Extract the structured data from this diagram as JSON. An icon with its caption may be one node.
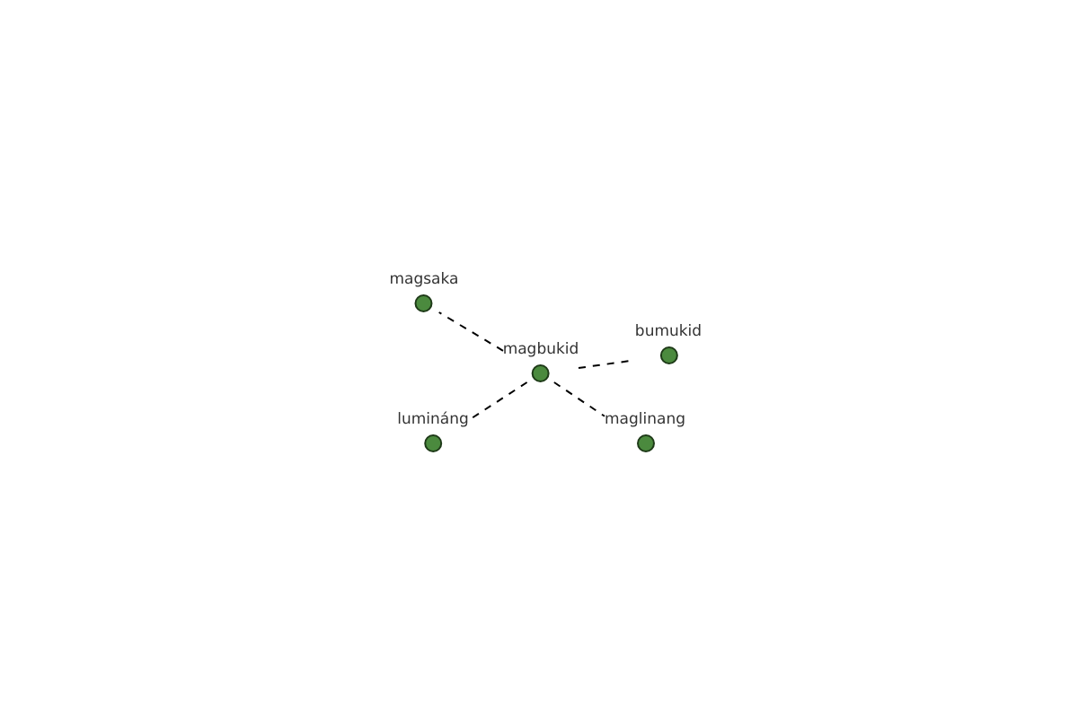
{
  "diagram": {
    "nodes": [
      {
        "text": [
          "magsaka"
        ]
      },
      {
        "text": [
          "bumukid"
        ]
      },
      {
        "text": [
          "magbukid"
        ]
      },
      {
        "text": [
          "lumináng"
        ]
      },
      {
        "text": [
          "maglinang"
        ]
      }
    ],
    "edges": [
      {
        "from": 2,
        "to": 0,
        "arrow": "none",
        "style": "dashed"
      },
      {
        "from": 2,
        "to": 1,
        "arrow": "none",
        "style": "dashed"
      },
      {
        "from": 2,
        "to": 3,
        "arrow": "none",
        "style": "dashed"
      },
      {
        "from": 2,
        "to": 4,
        "arrow": "none",
        "style": "dashed"
      }
    ]
  }
}
